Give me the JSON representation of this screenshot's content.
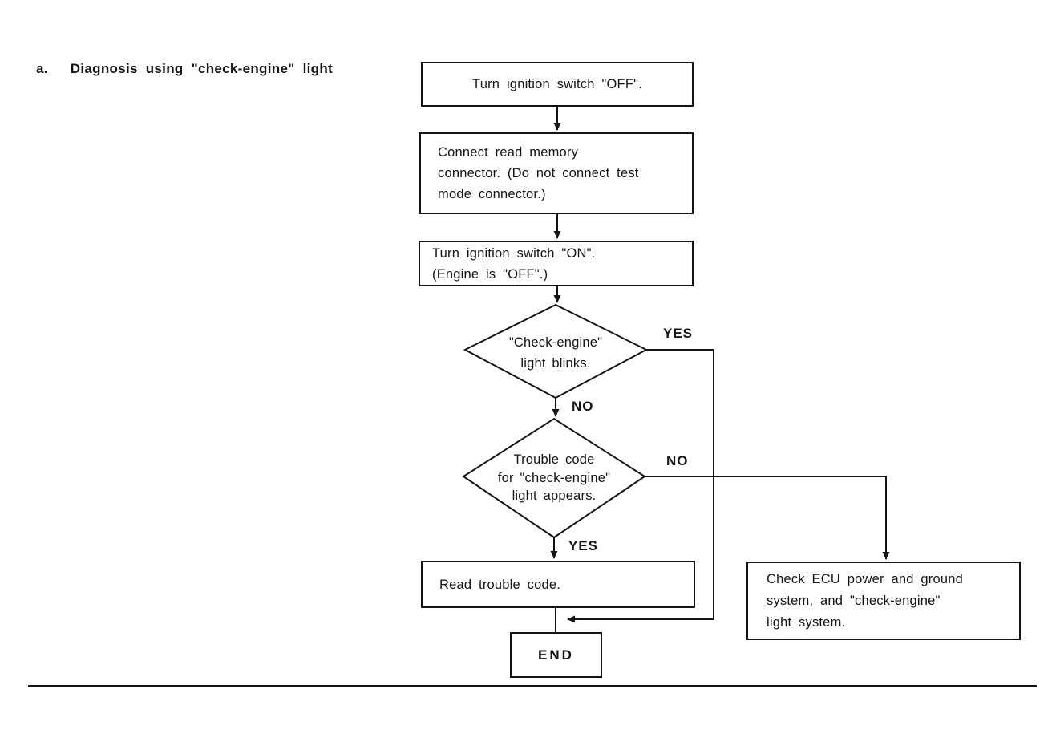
{
  "page": {
    "heading_marker": "a.",
    "heading_text": "Diagnosis using \"check-engine\" light"
  },
  "flowchart": {
    "boxes": {
      "turn_off": {
        "lines": [
          "Turn ignition switch \"OFF\"."
        ]
      },
      "connect_memory": {
        "lines": [
          "Connect read memory",
          "connector. (Do not connect test",
          "mode connector.)"
        ]
      },
      "turn_on": {
        "lines": [
          "Turn ignition switch \"ON\".",
          "(Engine is \"OFF\".)"
        ]
      },
      "decision_blinks": {
        "lines": [
          "\"Check-engine\"",
          "light blinks."
        ]
      },
      "decision_trouble": {
        "lines": [
          "Trouble code",
          "for \"check-engine\"",
          "light appears."
        ]
      },
      "read_code": {
        "lines": [
          "Read trouble code."
        ]
      },
      "check_ecu": {
        "lines": [
          "Check ECU power and ground",
          "system, and \"check-engine\"",
          "light system."
        ]
      },
      "end": {
        "label": "END"
      }
    },
    "labels": {
      "blinks_yes": "YES",
      "blinks_no": "NO",
      "trouble_no": "NO",
      "trouble_yes": "YES"
    },
    "colors": {
      "ink": "#141414",
      "paper": "#ffffff"
    }
  }
}
